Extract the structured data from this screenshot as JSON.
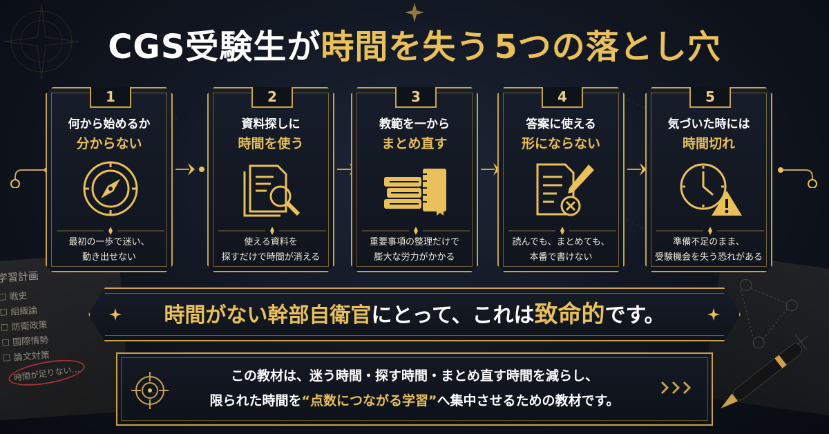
{
  "title": {
    "part1": "CGS受験生が",
    "part2": "時間を失う",
    "part3": "5つの落とし穴"
  },
  "cards": [
    {
      "number": "1",
      "head1": "何から始めるか",
      "head2": "分からない",
      "icon": "compass-icon",
      "desc1": "最初の一歩で迷い、",
      "desc2": "動き出せない"
    },
    {
      "number": "2",
      "head1": "資料探しに",
      "head2": "時間を使う",
      "icon": "document-search-icon",
      "desc1": "使える資料を",
      "desc2": "探すだけで時間が消える"
    },
    {
      "number": "3",
      "head1": "教範を一から",
      "head2": "まとめ直す",
      "icon": "books-notebook-icon",
      "desc1": "重要事項の整理だけで",
      "desc2": "膨大な労力がかかる"
    },
    {
      "number": "4",
      "head1": "答案に使える",
      "head2": "形にならない",
      "icon": "document-pen-error-icon",
      "desc1": "読んでも、まとめても、",
      "desc2": "本番で書けない"
    },
    {
      "number": "5",
      "head1": "気づいた時には",
      "head2": "時間切れ",
      "icon": "clock-warning-icon",
      "desc1": "準備不足のまま、",
      "desc2": "受験機会を失う恐れがある"
    }
  ],
  "banner": {
    "part1": "時間がない幹部自衛官",
    "part2": "にとって、これは",
    "part3": "致命的",
    "part4": "です。"
  },
  "bottom": {
    "line1": "この教材は、迷う時間・探す時間・まとめ直す時間を減らし、",
    "line2a": "限られた時間を",
    "line2b": "“点数につながる学習”",
    "line2c": "へ集中させるための教材です。"
  },
  "notebook": {
    "title": "学習計画",
    "items": [
      "戦史",
      "組織論",
      "防衛政策",
      "国際情勢",
      "論文対策"
    ],
    "note": "時間が足りない…"
  },
  "colors": {
    "gold": "#e9c05a",
    "border_gold": "#c9a24a",
    "background": "#10151f",
    "warning_red": "#b43a3a"
  }
}
